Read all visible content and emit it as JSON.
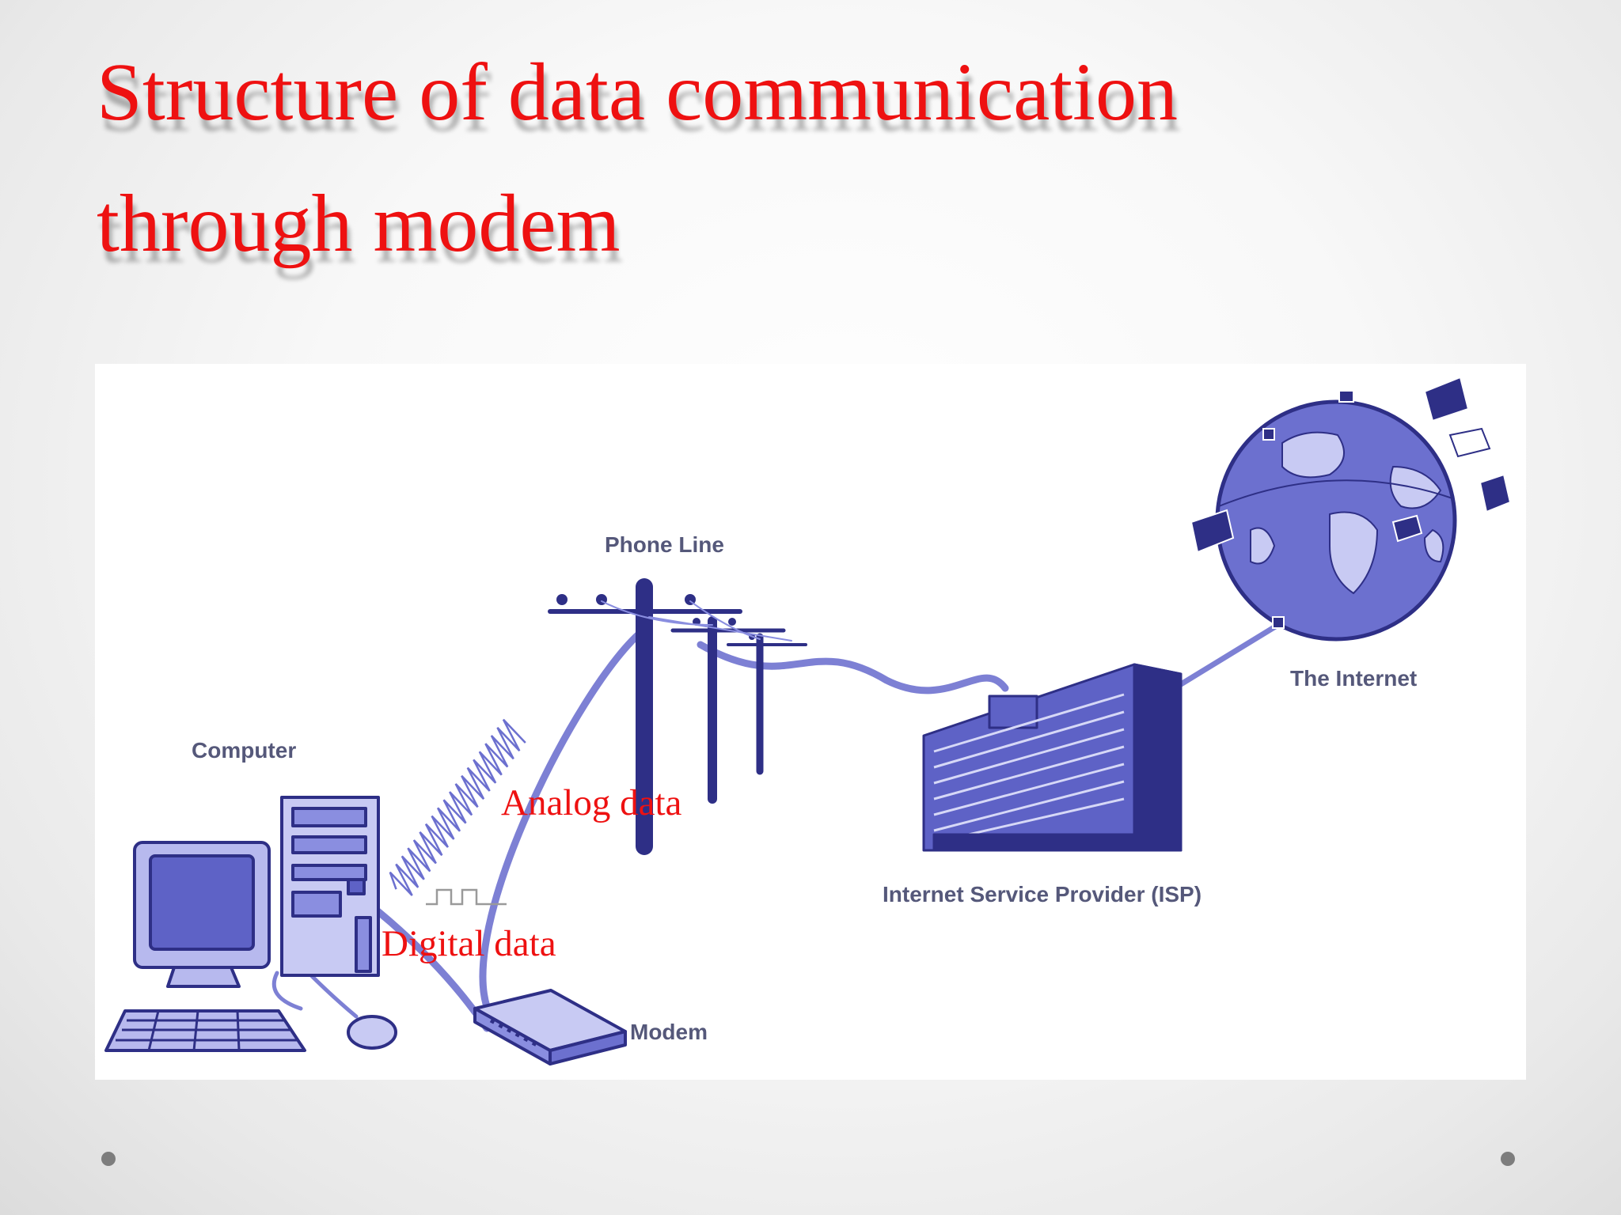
{
  "title": {
    "line1": "Structure of data communication",
    "line2": "through modem"
  },
  "colors": {
    "title": "#ee1111",
    "diagram_blue": "#2e2f86",
    "diagram_light": "#8a8ee0",
    "diagram_fill": "#b7b9ee",
    "diagram_label": "#55587a",
    "overlay_label": "#ee1111"
  },
  "diagram": {
    "labels": {
      "computer": "Computer",
      "phone_line": "Phone Line",
      "modem": "Modem",
      "isp": "Internet Service Provider (ISP)",
      "internet": "The Internet"
    },
    "annotations": {
      "analog": "Analog data",
      "digital": "Digital data"
    }
  },
  "bullets": [
    "left-bullet-icon",
    "right-bullet-icon"
  ]
}
